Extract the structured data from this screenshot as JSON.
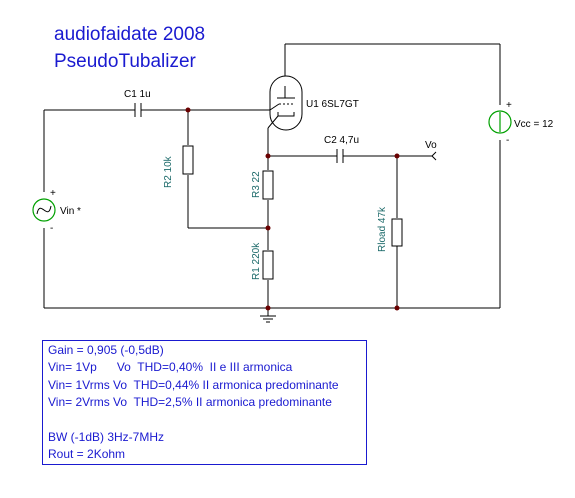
{
  "title_line1": "audiofaidate 2008",
  "title_line2": "PseudoTubalizer",
  "components": {
    "c1": "C1 1u",
    "u1": "U1 6SL7GT",
    "c2": "C2 4,7u",
    "vo": "Vo",
    "vcc": "Vcc = 12",
    "r2": "R2 10k",
    "r3": "R3 22",
    "r1": "R1 220k",
    "rload": "Rload 47k",
    "vin": "Vin *"
  },
  "notes": [
    "Gain = 0,905 (-0,5dB)",
    "Vin= 1Vp      Vo  THD=0,40%  II e III armonica",
    "Vin= 1Vrms Vo  THD=0,44% II armonica predominante",
    "Vin= 2Vrms Vo  THD=2,5% II armonica predominante",
    "",
    "BW (-1dB) 3Hz-7MHz",
    "Rout = 2Kohm"
  ]
}
